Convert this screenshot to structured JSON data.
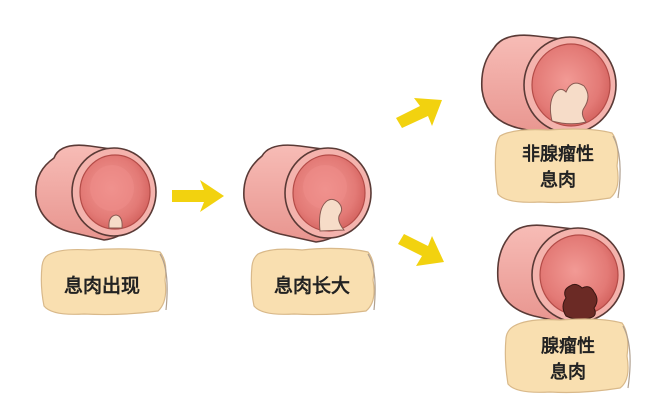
{
  "stages": [
    {
      "id": "appear",
      "label": "息肉出现"
    },
    {
      "id": "grow",
      "label": "息肉长大"
    },
    {
      "id": "non_adenomatous",
      "label_line1": "非腺瘤性",
      "label_line2": "息肉"
    },
    {
      "id": "adenomatous",
      "label_line1": "腺瘤性",
      "label_line2": "息肉"
    }
  ],
  "colors": {
    "tube_outer": "#f2a9a3",
    "tube_inner": "#df6f6c",
    "lumen_core": "#ef8a87",
    "polyp_light": "#f6dcc8",
    "polyp_dark": "#6b2a25",
    "label_bg": "#f9dfb0",
    "arrow": "#f2d20f",
    "outline": "#5a3a36"
  }
}
